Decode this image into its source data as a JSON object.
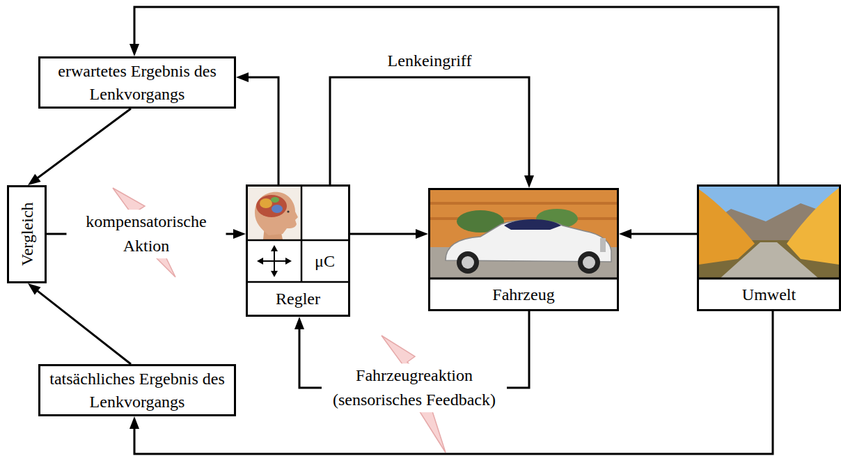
{
  "diagram": {
    "nodes": [
      {
        "text": [
          "erwartetes Ergebnis des Lenkvorgangs"
        ]
      },
      {
        "text": [
          "Vergleich"
        ]
      },
      {
        "text": [
          "Regler"
        ]
      },
      {
        "text": [
          "μC"
        ],
        "in": 2
      },
      {
        "text": [
          "Fahrzeug"
        ]
      },
      {
        "text": [
          "Umwelt"
        ]
      },
      {
        "text": [
          "tatsächliches Ergebnis des Lenkvorgangs"
        ]
      }
    ],
    "edges": [
      {
        "from": 5,
        "to": 0,
        "arrow": "to"
      },
      {
        "from": 2,
        "to": 0,
        "arrow": "to"
      },
      {
        "from": 0,
        "to": 1,
        "arrow": "to"
      },
      {
        "from": 6,
        "to": 1,
        "arrow": "to"
      },
      {
        "from": 1,
        "to": 2,
        "arrow": "to",
        "label": "kompensatorische Aktion"
      },
      {
        "from": 2,
        "to": 4,
        "arrow": "to",
        "label": "Lenkeingriff"
      },
      {
        "from": 2,
        "to": 4,
        "arrow": "to"
      },
      {
        "from": 5,
        "to": 4,
        "arrow": "to"
      },
      {
        "from": 4,
        "to": 2,
        "arrow": "to",
        "label": "Fahrzeugreaktion (sensorisches Feedback)"
      },
      {
        "from": 5,
        "to": 6,
        "arrow": "to"
      }
    ]
  }
}
